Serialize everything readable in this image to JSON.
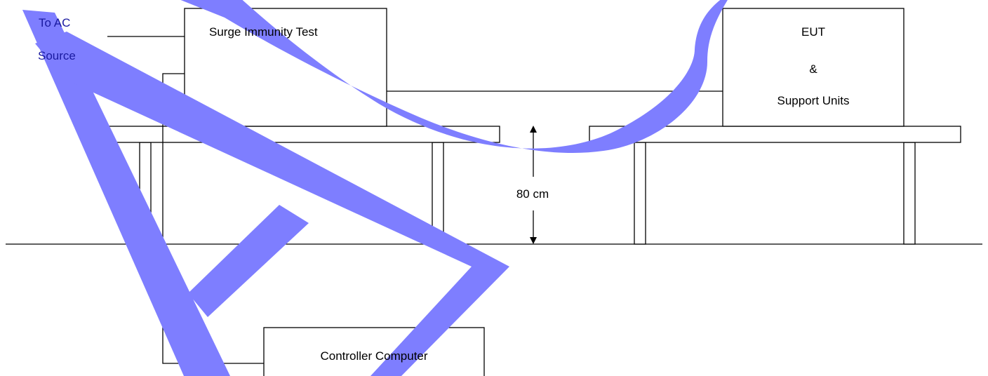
{
  "labels": {
    "ac_line1": "To AC",
    "ac_line2": "Source",
    "surge": "Surge Immunity Test",
    "eut_line1": "EUT",
    "eut_line2": "&",
    "eut_line3": "Support Units",
    "height": "80 cm",
    "controller": "Controller Computer"
  },
  "watermark": {
    "text": "A",
    "color": "#7e7eff"
  }
}
